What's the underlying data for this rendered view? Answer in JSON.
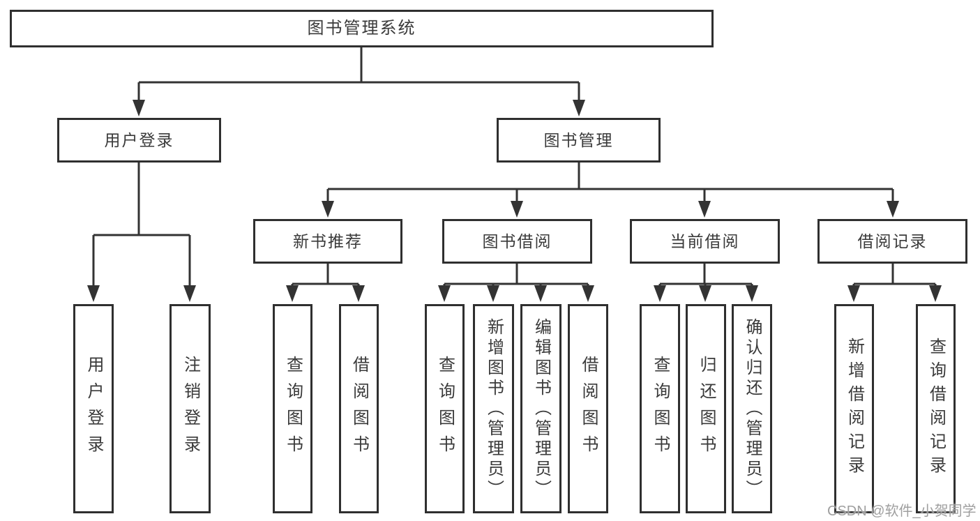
{
  "tree": {
    "label": "图书管理系统",
    "children": [
      {
        "label": "用户登录",
        "children": [
          {
            "label": "用户登录"
          },
          {
            "label": "注销登录"
          }
        ]
      },
      {
        "label": "图书管理",
        "children": [
          {
            "label": "新书推荐",
            "children": [
              {
                "label": "查询图书"
              },
              {
                "label": "借阅图书"
              }
            ]
          },
          {
            "label": "图书借阅",
            "children": [
              {
                "label": "查询图书"
              },
              {
                "label": "新增图书（管理员）"
              },
              {
                "label": "编辑图书（管理员）"
              },
              {
                "label": "借阅图书"
              }
            ]
          },
          {
            "label": "当前借阅",
            "children": [
              {
                "label": "查询图书"
              },
              {
                "label": "归还图书"
              },
              {
                "label": "确认归还（管理员）"
              }
            ]
          },
          {
            "label": "借阅记录",
            "children": [
              {
                "label": "新增借阅记录"
              },
              {
                "label": "查询借阅记录"
              }
            ]
          }
        ]
      }
    ]
  },
  "watermark": "CSDN @软件_小贺同学",
  "colors": {
    "line": "#333333",
    "border": "#2f2f2f",
    "text": "#3a3a3a",
    "watermark": "#9f9f9f",
    "background": "#ffffff"
  }
}
